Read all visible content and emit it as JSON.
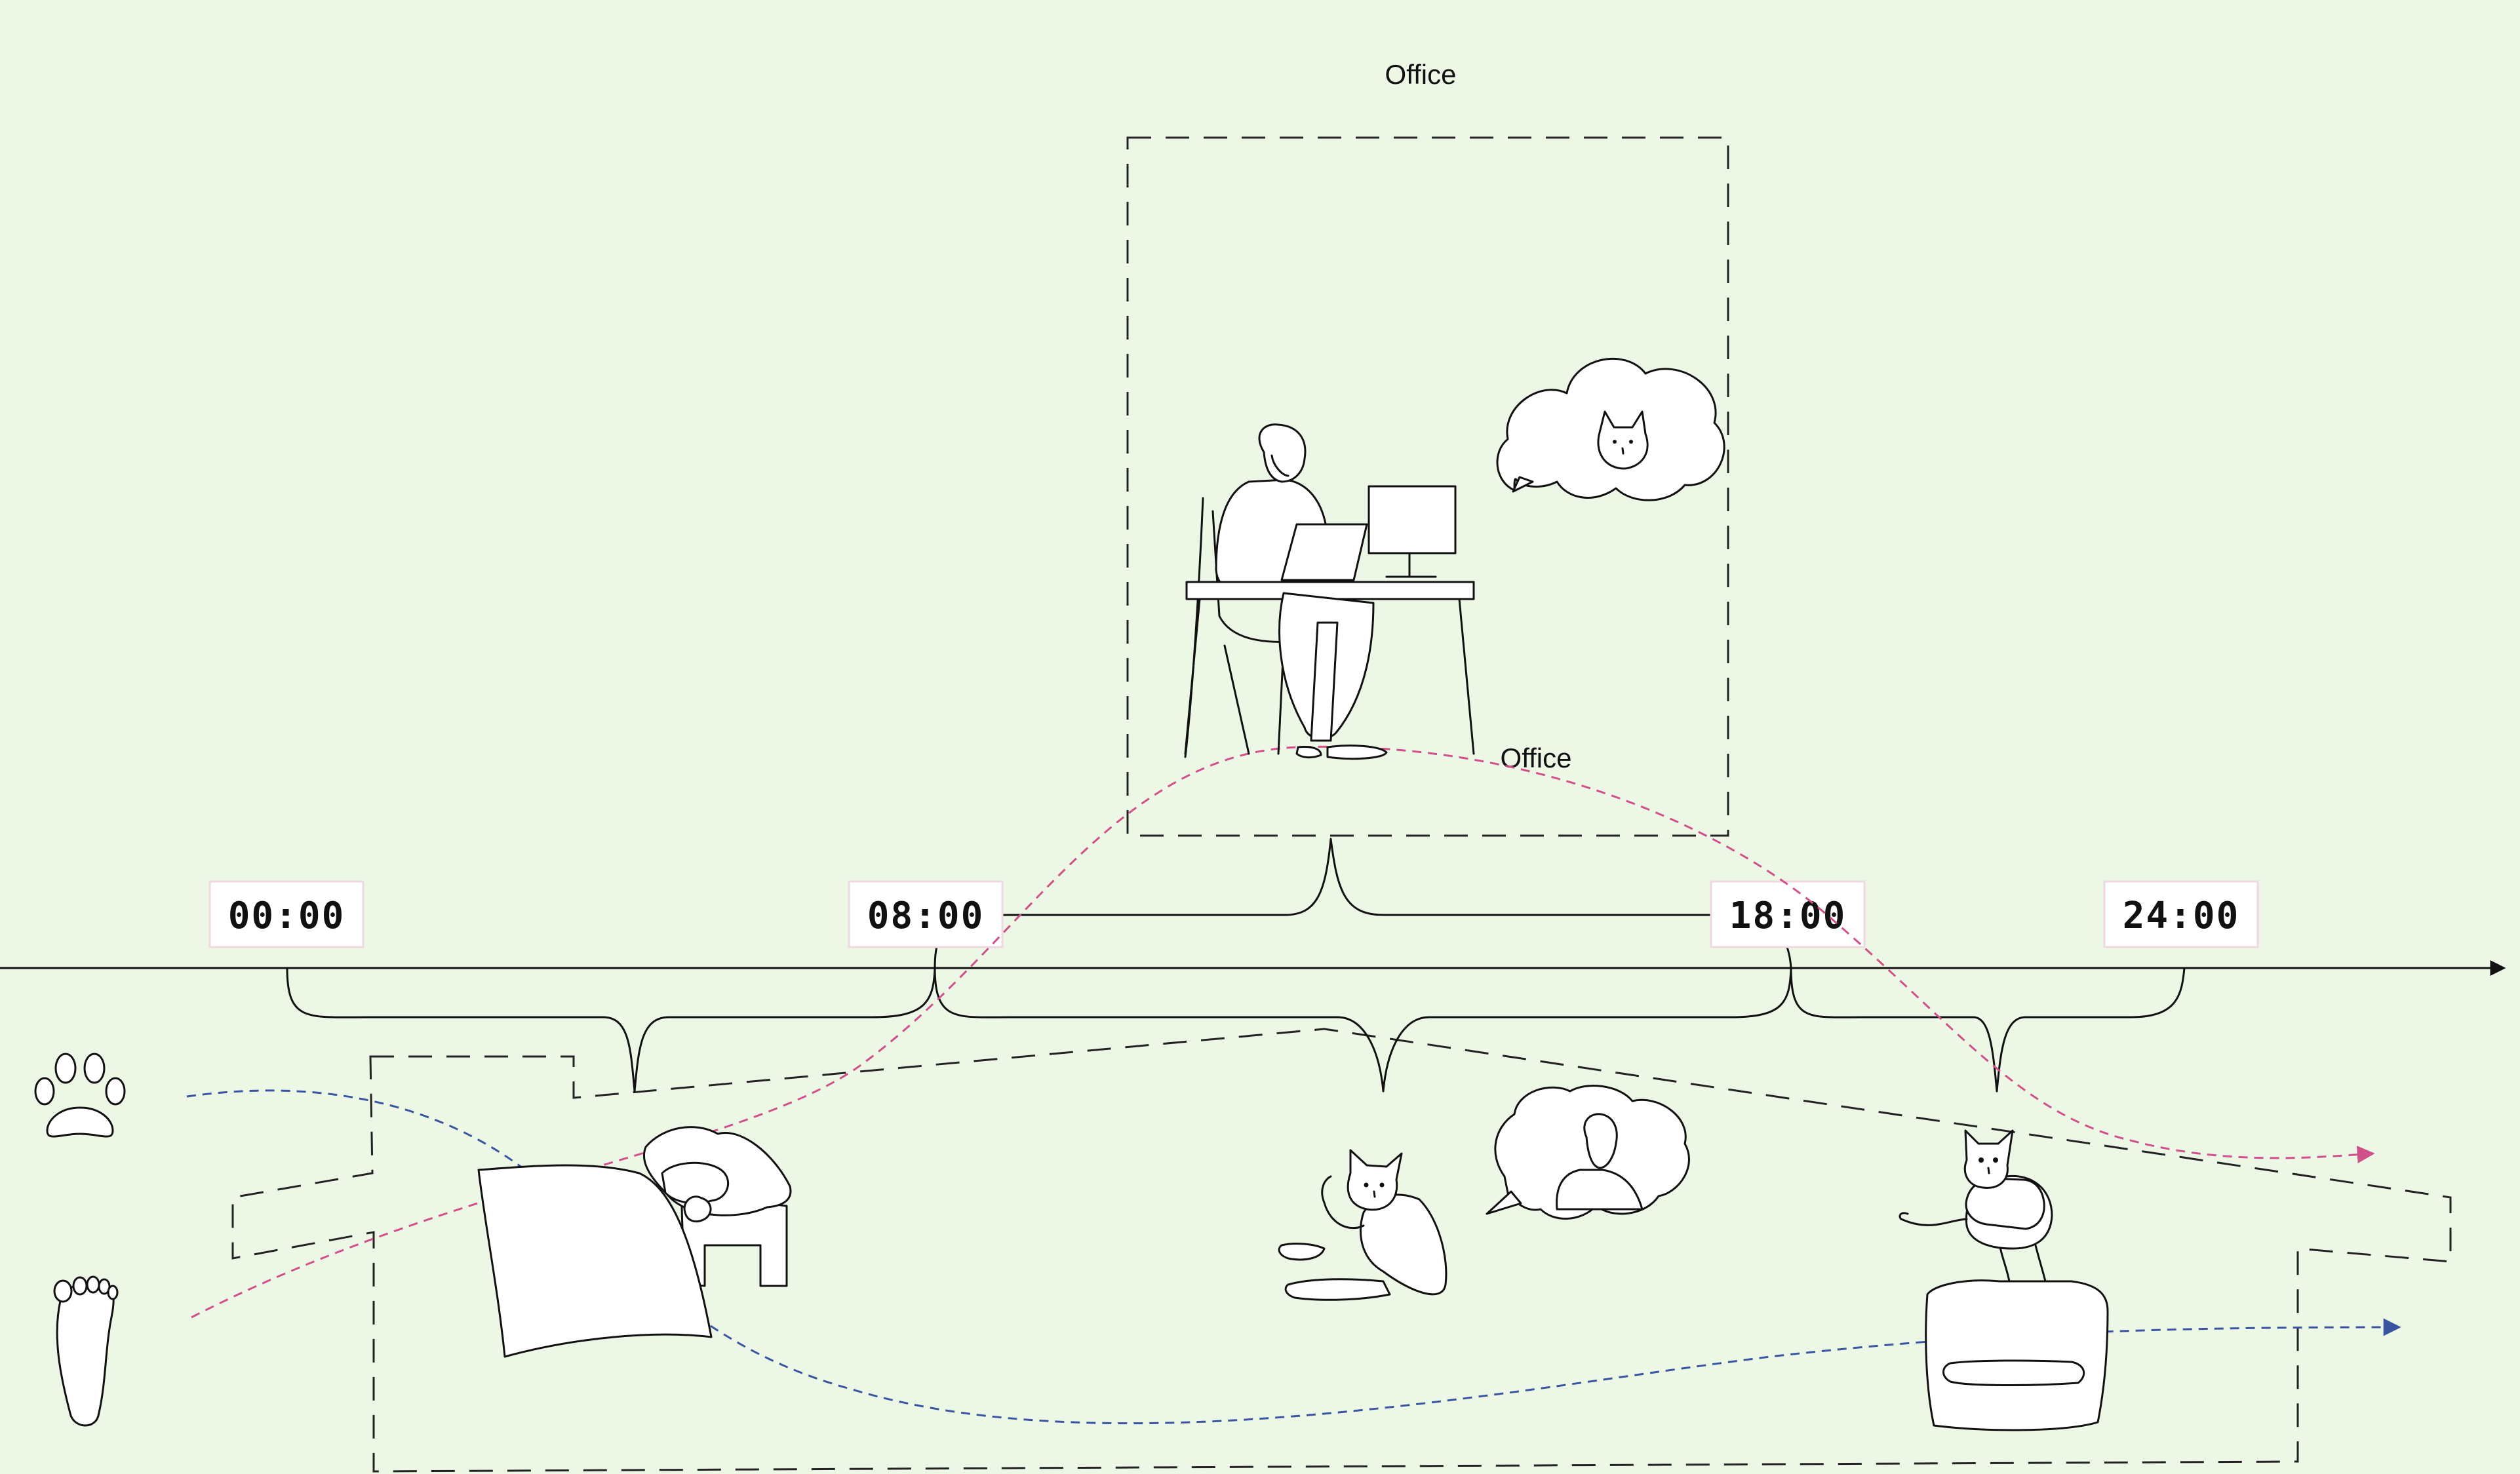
{
  "labels": {
    "office_title": "Office",
    "office_path_label": "Office"
  },
  "clocks": [
    "00:00",
    "08:00",
    "18:00",
    "24:00"
  ],
  "icons": {
    "cat_track": "paw-icon",
    "human_track": "foot-icon"
  },
  "colors": {
    "background": "#edf7e6",
    "human_path": "#d0508a",
    "cat_path": "#3a55a0",
    "ink": "#111111"
  }
}
